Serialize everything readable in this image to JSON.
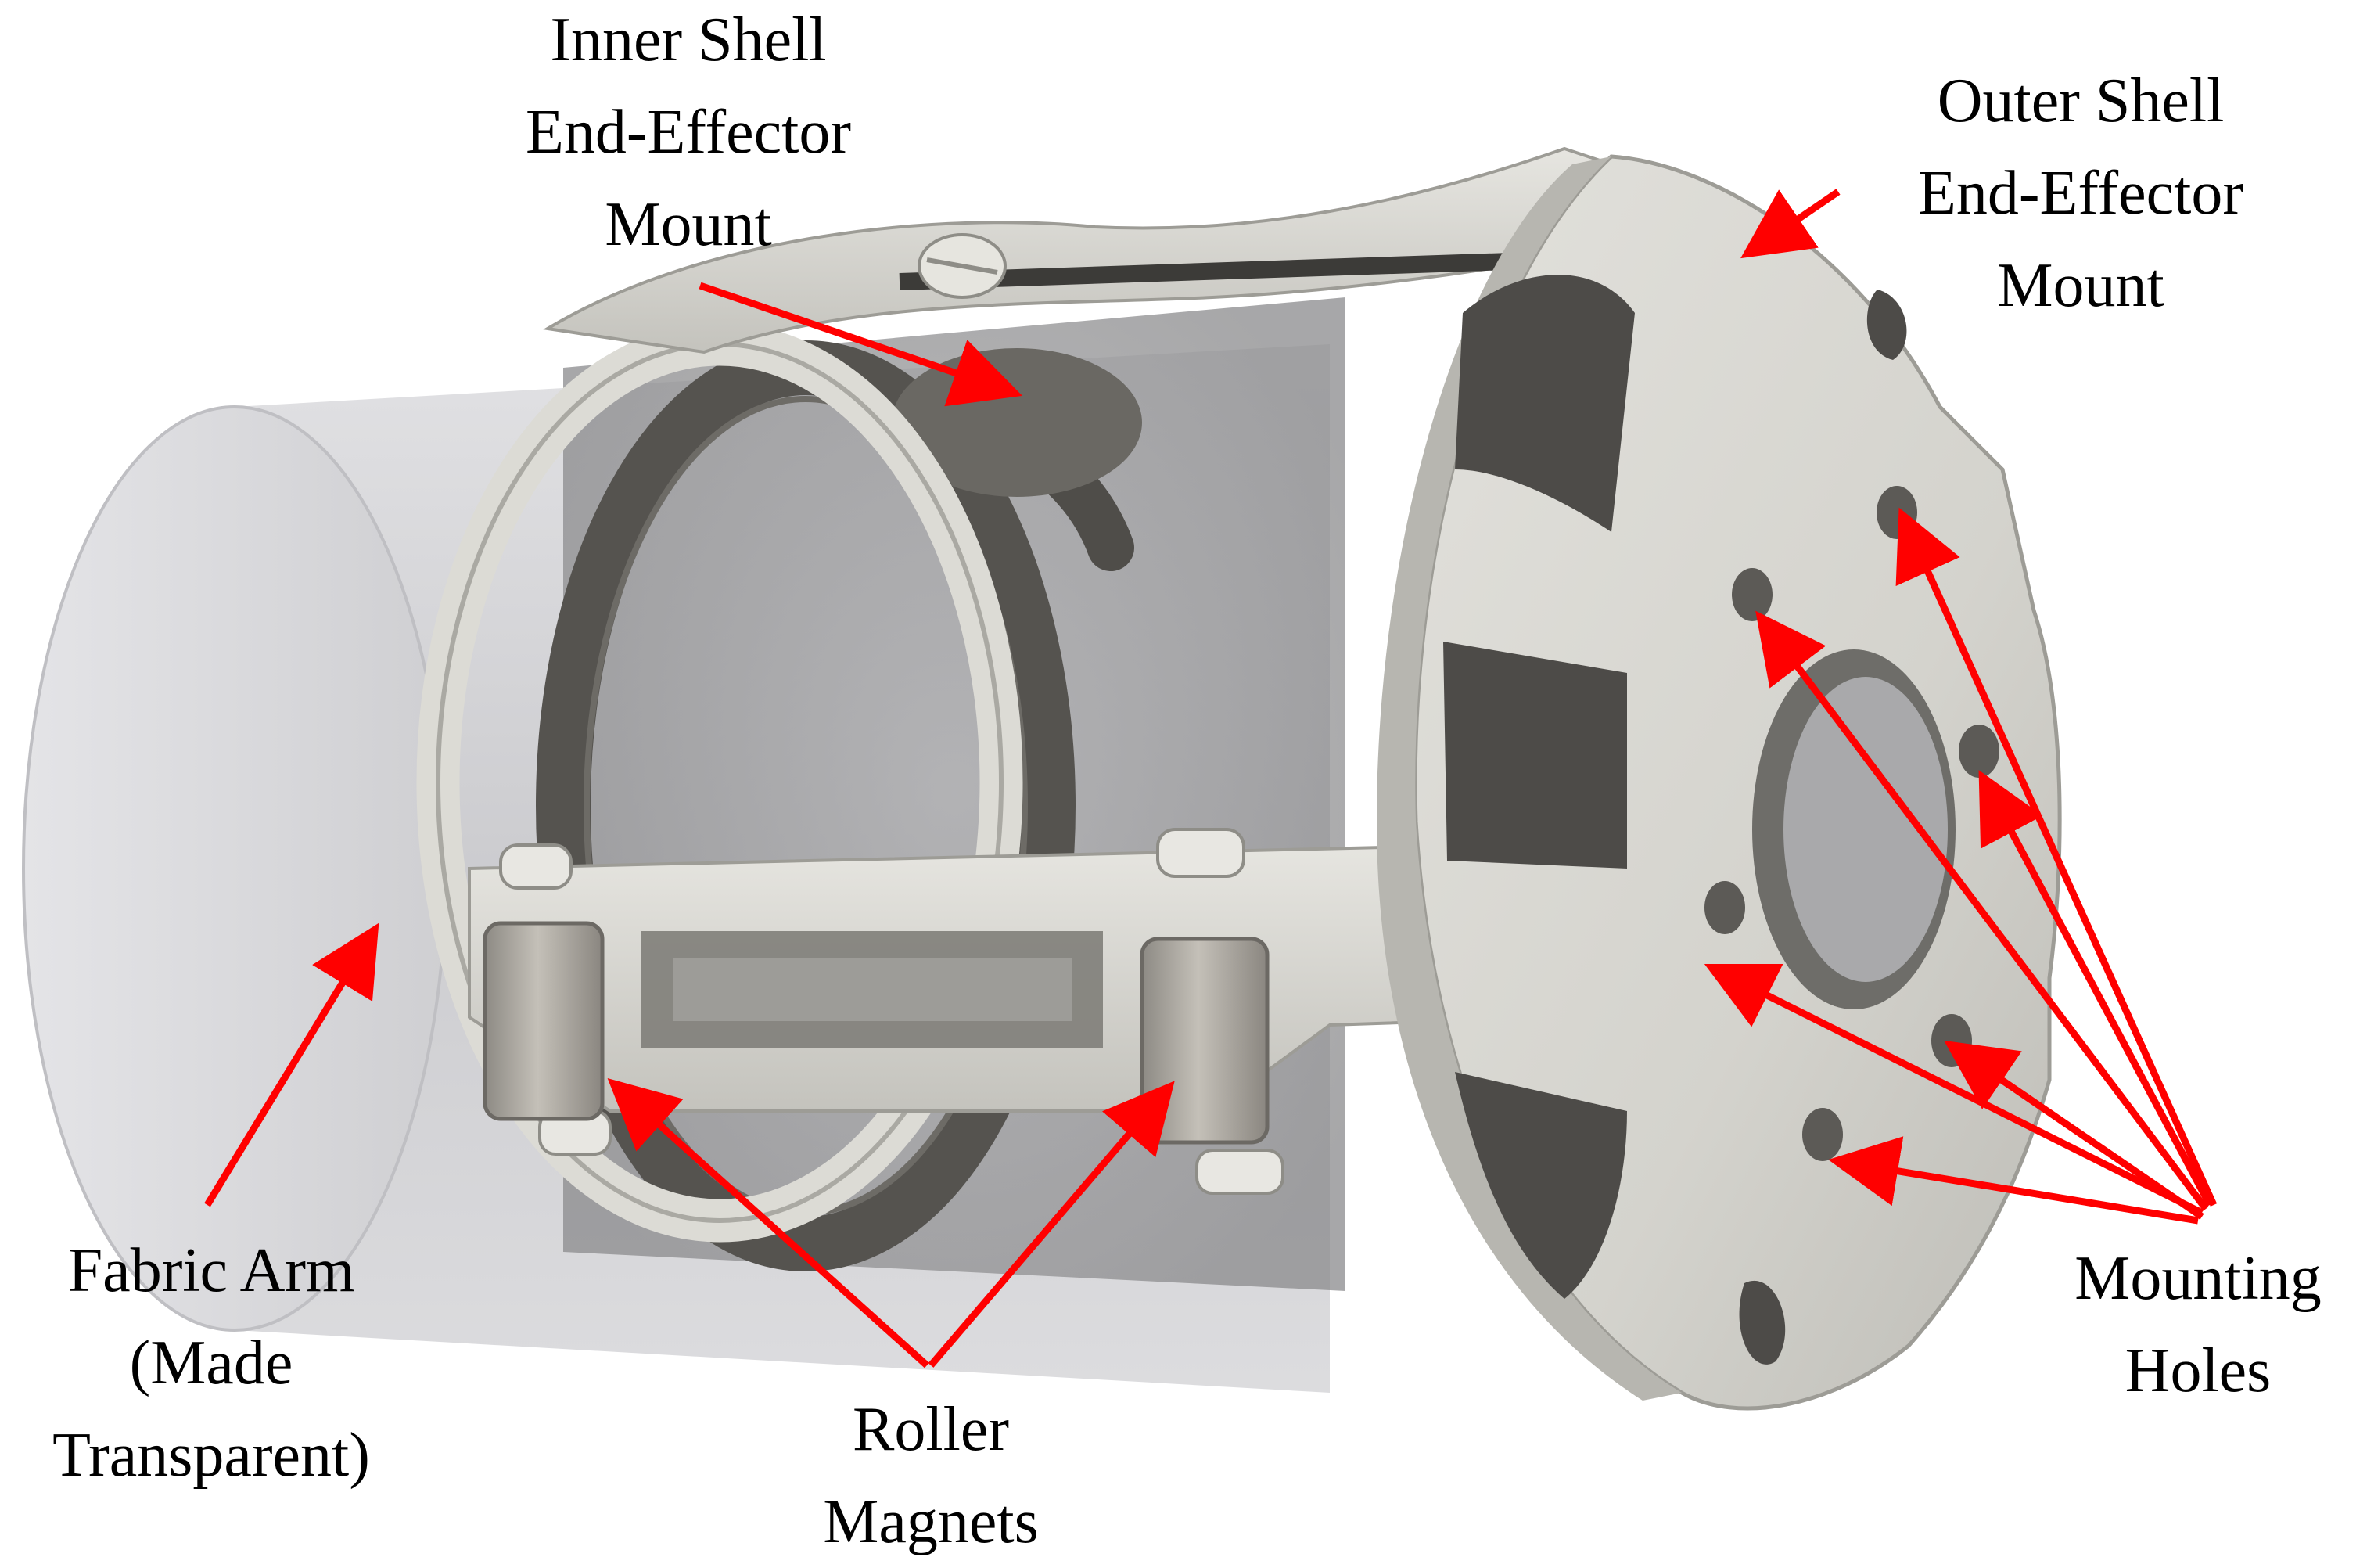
{
  "labels": {
    "inner_shell": {
      "line1": "Inner Shell",
      "line2": "End-Effector",
      "line3": "Mount"
    },
    "outer_shell": {
      "line1": "Outer Shell",
      "line2": "End-Effector",
      "line3": "Mount"
    },
    "fabric_arm": {
      "line1": "Fabric Arm",
      "line2": "(Made",
      "line3": "Transparent)"
    },
    "roller_magnets": {
      "line1": "Roller",
      "line2": "Magnets"
    },
    "mounting_holes": {
      "line1": "Mounting",
      "line2": "Holes"
    }
  },
  "colors": {
    "arrow": "#ff0000",
    "shell": "#d9d8d2",
    "shell_shadow": "#8e8d87",
    "dark_ring": "#55534f",
    "transparent_tube": "#c8c8cc",
    "magnet": "#a7a39b"
  }
}
